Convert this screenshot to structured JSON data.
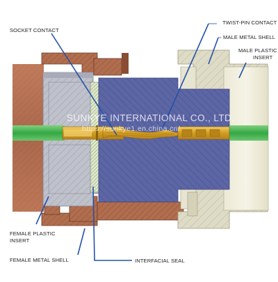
{
  "labels": {
    "socket_contact": "SOCKET CONTACT",
    "twist_pin_contact": "TWIST-PIN CONTACT",
    "male_metal_shell": "MALE METAL SHELL",
    "male_plastic_insert_line1": "MALE PLASTIC",
    "male_plastic_insert_line2": "INSERT",
    "female_plastic_insert_line1": "FEMALE PLASTIC",
    "female_plastic_insert_line2": "INSERT",
    "female_metal_shell": "FEMALE METAL SHELL",
    "interfacial_seal": "INTERFACIAL SEAL"
  },
  "watermark": {
    "line1": "SUNKYE INTERNATIONAL CO., LTD.",
    "line2": "https://sunkye1.en.china.cn/"
  },
  "colors": {
    "copper": "#b16e4e",
    "copper_dark": "#8a4c33",
    "grey_insert": "#b7b9c4",
    "blue_insert": "#5a62a0",
    "male_shell": "#dcd9c4",
    "wire_green": "#39b54a",
    "contact_gold": "#d9a62c",
    "leader_blue": "#2352a8"
  }
}
